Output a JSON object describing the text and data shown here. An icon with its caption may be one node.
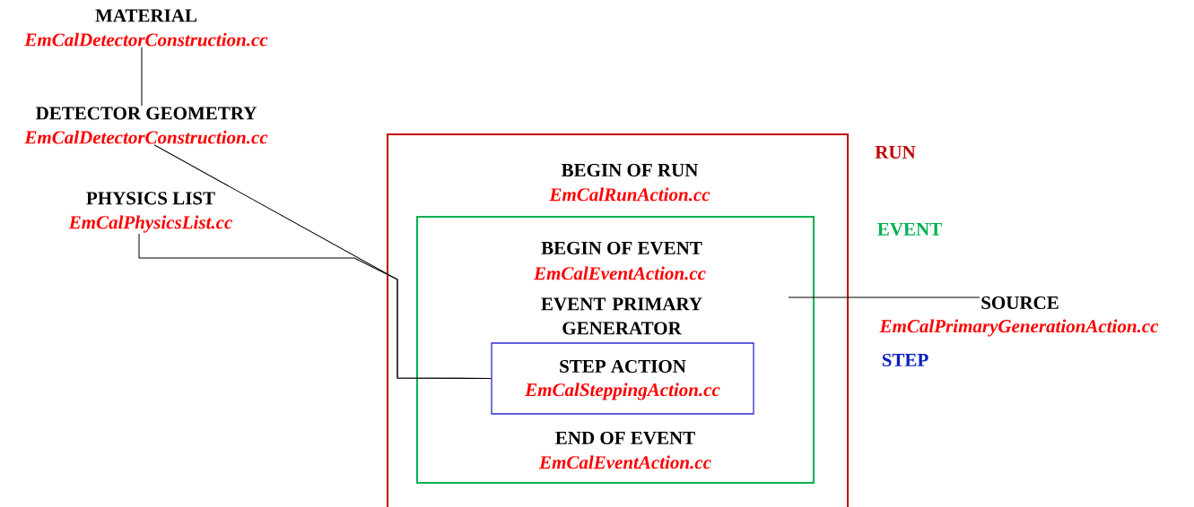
{
  "diagram": {
    "nodes": [
      {
        "text": [
          "MATERIAL",
          "EmCalDetectorConstruction.cc"
        ]
      },
      {
        "text": [
          "DETECTOR GEOMETRY",
          "EmCalDetectorConstruction.cc"
        ]
      },
      {
        "text": [
          "PHYSICS LIST",
          "EmCalPhysicsList.cc"
        ]
      },
      {
        "text": [
          "BEGIN OF RUN",
          "EmCalRunAction.cc"
        ]
      },
      {
        "text": [
          "BEGIN OF EVENT",
          "EmCalEventAction.cc",
          "EVENT PRIMARY GENERATOR",
          "END OF EVENT",
          "EmCalEventAction.cc"
        ],
        "in": 3
      },
      {
        "text": [
          "STEP ACTION",
          "EmCalSteppingAction.cc"
        ],
        "in": 4
      },
      {
        "text": [
          "SOURCE",
          "EmCalPrimaryGenerationAction.cc"
        ]
      }
    ],
    "edges": [
      {
        "from": 0,
        "to": 1,
        "arrow": "none"
      },
      {
        "from": 1,
        "to": 5,
        "arrow": "none"
      },
      {
        "from": 2,
        "to": 5,
        "arrow": "none"
      },
      {
        "from": 6,
        "to": 4,
        "arrow": "none"
      }
    ],
    "labels": [
      "RUN",
      "EVENT",
      "STEP"
    ]
  }
}
